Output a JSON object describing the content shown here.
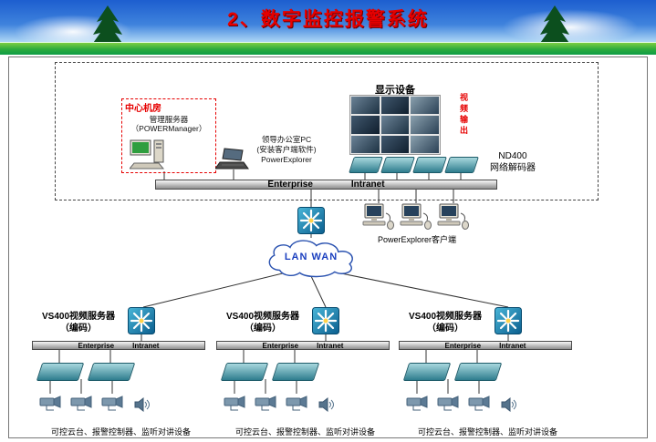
{
  "header": {
    "title": "2、数字监控报警系统"
  },
  "top_section": {
    "center_room_title": "中心机房",
    "server_line1": "管理服务器",
    "server_line2": "（POWERManager）",
    "leader_pc_line1": "领导办公室PC",
    "leader_pc_line2": "(安装客户端软件)",
    "leader_pc_line3": "PowerExplorer",
    "display_label": "显示设备",
    "video_out_label": "视频输出",
    "decoder_line1": "ND400",
    "decoder_line2": "网络解码器",
    "bus_word1": "Enterprise",
    "bus_word2": "Intranet"
  },
  "middle_section": {
    "client_label": "PowerExplorer客户端",
    "cloud_label": "LAN WAN"
  },
  "branches": [
    {
      "server_label": "VS400视频服务器",
      "server_sub": "（编码）",
      "bus_word1": "Enterprise",
      "bus_word2": "Intranet",
      "bottom_label": "可控云台、报警控制器、监听对讲设备"
    },
    {
      "server_label": "VS400视频服务器",
      "server_sub": "（编码）",
      "bus_word1": "Enterprise",
      "bus_word2": "Intranet",
      "bottom_label": "可控云台、报警控制器、监听对讲设备"
    },
    {
      "server_label": "VS400视频服务器",
      "server_sub": "（编码）",
      "bus_word1": "Enterprise",
      "bus_word2": "Intranet",
      "bottom_label": "可控云台、报警控制器、监听对讲设备"
    }
  ],
  "icons": {
    "switch": "square-starburst-network-switch",
    "camera": "cctv-camera",
    "speaker": "intercom-speaker",
    "pc": "desktop-computer-with-mouse",
    "server": "management-server-workstation",
    "laptop": "laptop",
    "cloud": "lan-wan-cloud",
    "tree": "pine-tree"
  },
  "colors": {
    "title_red": "#e60000",
    "banner_blue": "#1d5ecf",
    "grass_green": "#0f9c46",
    "switch_teal": "#0b5e8e",
    "device_teal": "#2e7d8e",
    "cloud_text_blue": "#1a3fbf"
  }
}
